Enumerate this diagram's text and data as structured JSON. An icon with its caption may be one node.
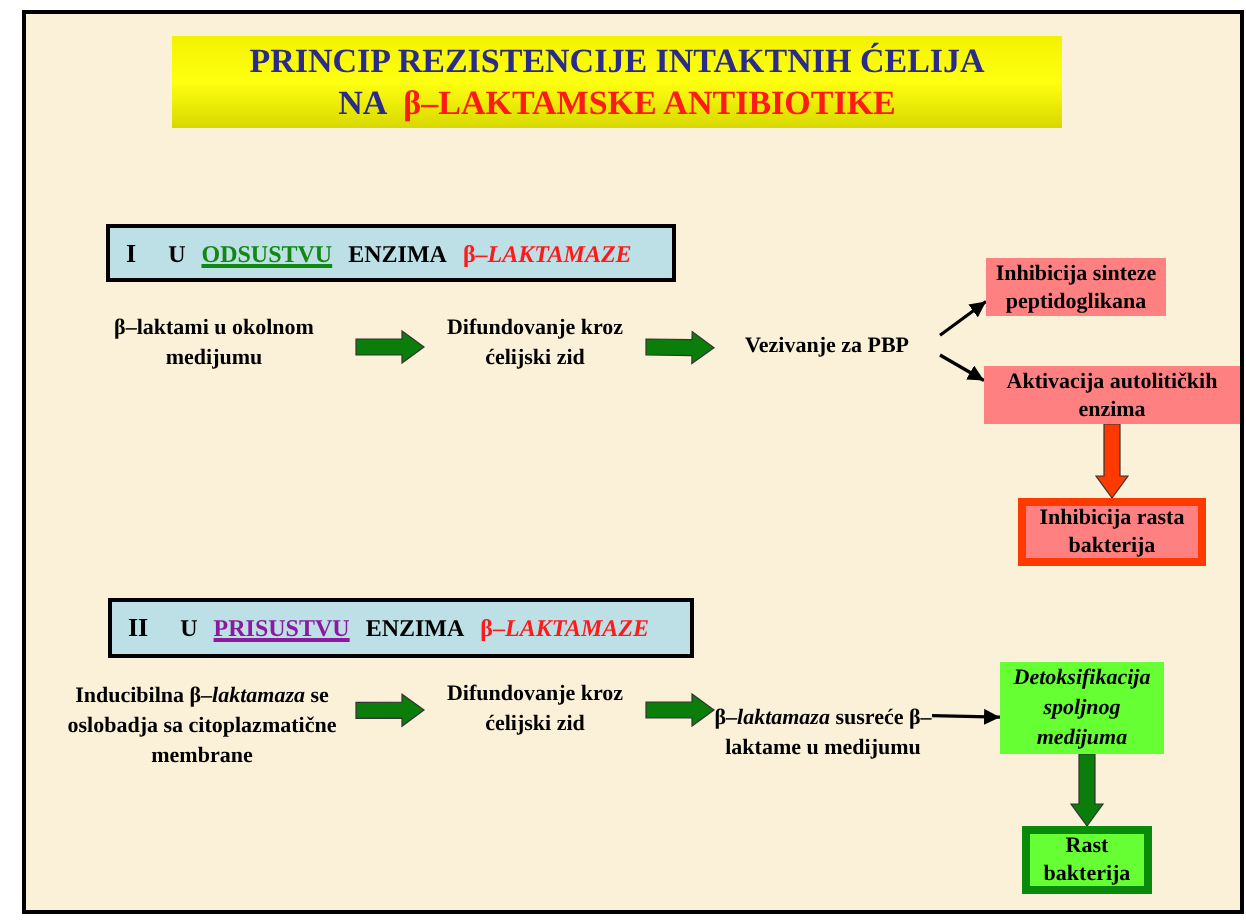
{
  "diagram": {
    "nodes": [
      {
        "text": [
          "PRINCIP REZISTENCIJE INTAKTNIH ĆELIJA",
          "NA",
          "β–LAKTAMSKE ANTIBIOTIKE"
        ]
      },
      {
        "text": [
          "I",
          "U",
          "ODSUSTVU",
          "ENZIMA",
          "β–*LAKTAMAZE*"
        ]
      },
      {
        "text": [
          "β–laktami u okolnom medijumu"
        ]
      },
      {
        "text": [
          "Difundovanje kroz ćelijski zid"
        ]
      },
      {
        "text": [
          "Vezivanje za PBP"
        ]
      },
      {
        "text": [
          "Inhibicija sinteze peptidoglikana"
        ]
      },
      {
        "text": [
          "Aktivacija autolitičkih enzima"
        ]
      },
      {
        "text": [
          "Inhibicija rasta bakterija"
        ]
      },
      {
        "text": [
          "II",
          "U",
          "PRISUSTVU",
          "ENZIMA",
          "β–*LAKTAMAZE*"
        ]
      },
      {
        "text": [
          "Inducibilna β–*laktamaza* se oslobadja sa citoplazmatične membrane"
        ]
      },
      {
        "text": [
          "Difundovanje kroz ćelijski zid"
        ]
      },
      {
        "text": [
          "β–*laktamaza* susreće β–laktame u medijumu"
        ]
      },
      {
        "text": [
          "Detoksifikacija spoljnog medijuma"
        ]
      },
      {
        "text": [
          "Rast bakterija"
        ]
      }
    ],
    "edges": [
      {
        "from": 2,
        "to": 3,
        "arrow": "to",
        "style": "thick",
        "color": "#0a7d0a"
      },
      {
        "from": 3,
        "to": 4,
        "arrow": "to",
        "style": "thick",
        "color": "#0a7d0a"
      },
      {
        "from": 4,
        "to": 5,
        "arrow": "to"
      },
      {
        "from": 4,
        "to": 6,
        "arrow": "to"
      },
      {
        "from": 6,
        "to": 7,
        "arrow": "to",
        "style": "thick",
        "color": "#ff3a00"
      },
      {
        "from": 9,
        "to": 10,
        "arrow": "to",
        "style": "thick",
        "color": "#0a7d0a"
      },
      {
        "from": 10,
        "to": 11,
        "arrow": "to",
        "style": "thick",
        "color": "#0a7d0a"
      },
      {
        "from": 11,
        "to": 12,
        "arrow": "to"
      },
      {
        "from": 12,
        "to": 13,
        "arrow": "to",
        "style": "thick",
        "color": "#0a7d0a"
      }
    ]
  }
}
